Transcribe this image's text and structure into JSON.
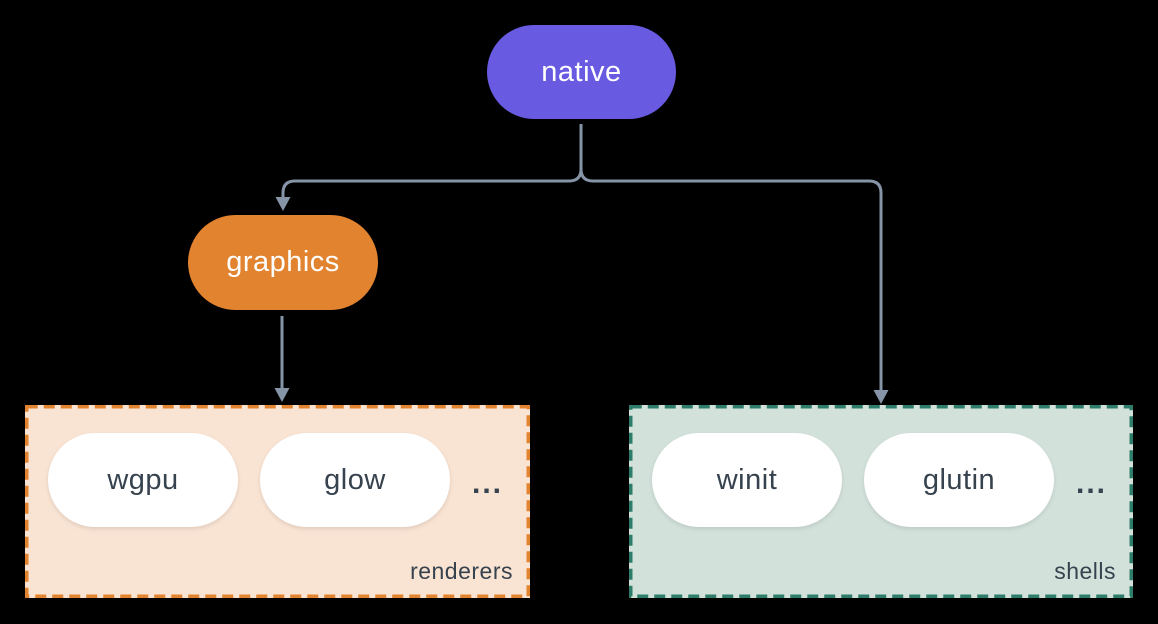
{
  "diagram": {
    "background_color": "#000000",
    "connector_color": "#8594a6",
    "nodes": {
      "native": {
        "label": "native",
        "fill": "#685be2",
        "text_color": "#ffffff"
      },
      "graphics": {
        "label": "graphics",
        "fill": "#e2832f",
        "text_color": "#ffffff"
      }
    },
    "edges": [
      {
        "from": "native",
        "to": "graphics"
      },
      {
        "from": "native",
        "to": "shells"
      },
      {
        "from": "graphics",
        "to": "renderers"
      }
    ],
    "groups": {
      "renderers": {
        "label": "renderers",
        "fill": "#f9e3d3",
        "border_color": "#e2832f",
        "item_fill": "#ffffff",
        "text_color": "#36424e",
        "ellipsis": "...",
        "items": [
          {
            "label": "wgpu"
          },
          {
            "label": "glow"
          }
        ]
      },
      "shells": {
        "label": "shells",
        "fill": "#d3e1db",
        "border_color": "#2e7d6b",
        "item_fill": "#ffffff",
        "text_color": "#36424e",
        "ellipsis": "...",
        "items": [
          {
            "label": "winit"
          },
          {
            "label": "glutin"
          }
        ]
      }
    }
  }
}
